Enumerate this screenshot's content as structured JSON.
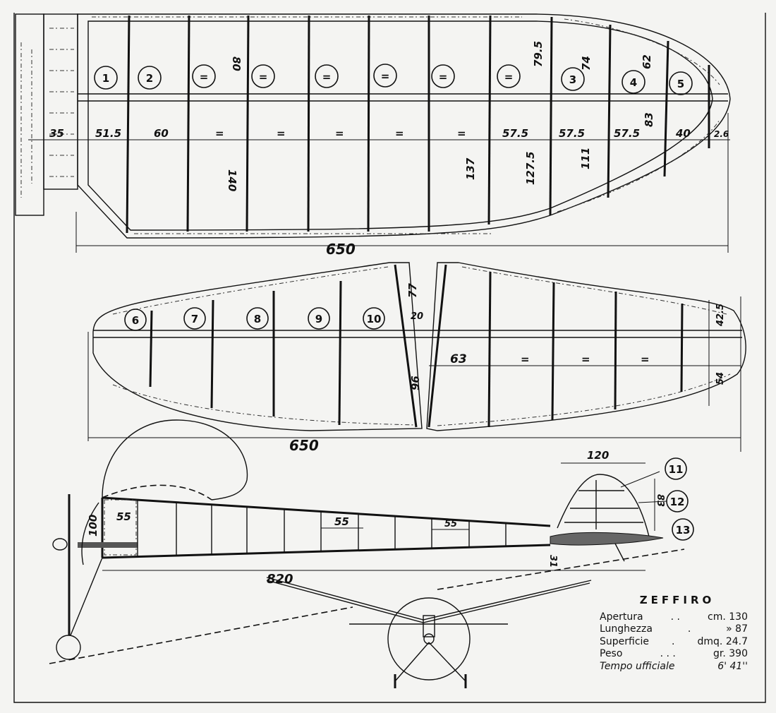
{
  "wing_plan": {
    "rib_labels": [
      "1",
      "2",
      "=",
      "=",
      "=",
      "=",
      "=",
      "=",
      "3",
      "4",
      "5"
    ],
    "spacing": [
      "35",
      "51.5",
      "60",
      "=",
      "=",
      "=",
      "=",
      "=",
      "57.5",
      "57.5",
      "57.5",
      "40",
      "2.6"
    ],
    "heights": [
      "80",
      "140",
      "137",
      "127.5",
      "79.5",
      "111",
      "74",
      "62",
      "83"
    ],
    "span": "650"
  },
  "stabilizer": {
    "rib_labels": [
      "6",
      "7",
      "8",
      "9",
      "10"
    ],
    "dims": [
      "77",
      "20",
      "96",
      "63",
      "=",
      "=",
      "=",
      "42.5",
      "54"
    ],
    "span": "650"
  },
  "side_view": {
    "dims": [
      "100",
      "55",
      "55",
      "55",
      "820",
      "31",
      "120",
      "83"
    ],
    "callouts": [
      "11",
      "12",
      "13"
    ]
  },
  "specs": {
    "title": "ZEFFIRO",
    "rows": [
      {
        "label": "Apertura",
        "dots": ".  .",
        "value": "cm. 130"
      },
      {
        "label": "Lunghezza",
        "dots": ".",
        "value": "»  87"
      },
      {
        "label": "Superficie",
        "dots": ".",
        "value": "dmq. 24.7"
      },
      {
        "label": "Peso",
        "dots": ".  .  .",
        "value": "gr. 390"
      }
    ],
    "time_label": "Tempo ufficiale",
    "time_value": "6' 41''"
  }
}
